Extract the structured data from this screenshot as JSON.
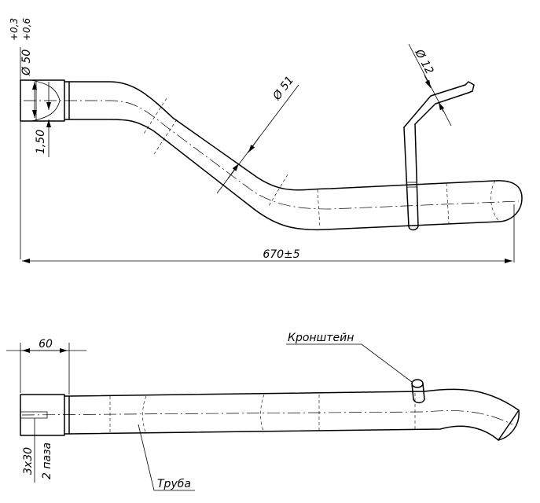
{
  "top_view": {
    "dim_outer_diameter": "Ø 50",
    "dim_outer_tol_upper": "+0,3",
    "dim_outer_tol_lower": "+0,6",
    "dim_wall": "1,50",
    "dim_pipe_diameter": "Ø 51",
    "dim_bracket_diameter": "Ø 12",
    "dim_overall_length": "670±5"
  },
  "side_view": {
    "dim_end_length": "60",
    "dim_slots_size": "3x30",
    "dim_slots_count": "2 паза",
    "label_bracket": "Кронштейн",
    "label_pipe": "Труба"
  }
}
